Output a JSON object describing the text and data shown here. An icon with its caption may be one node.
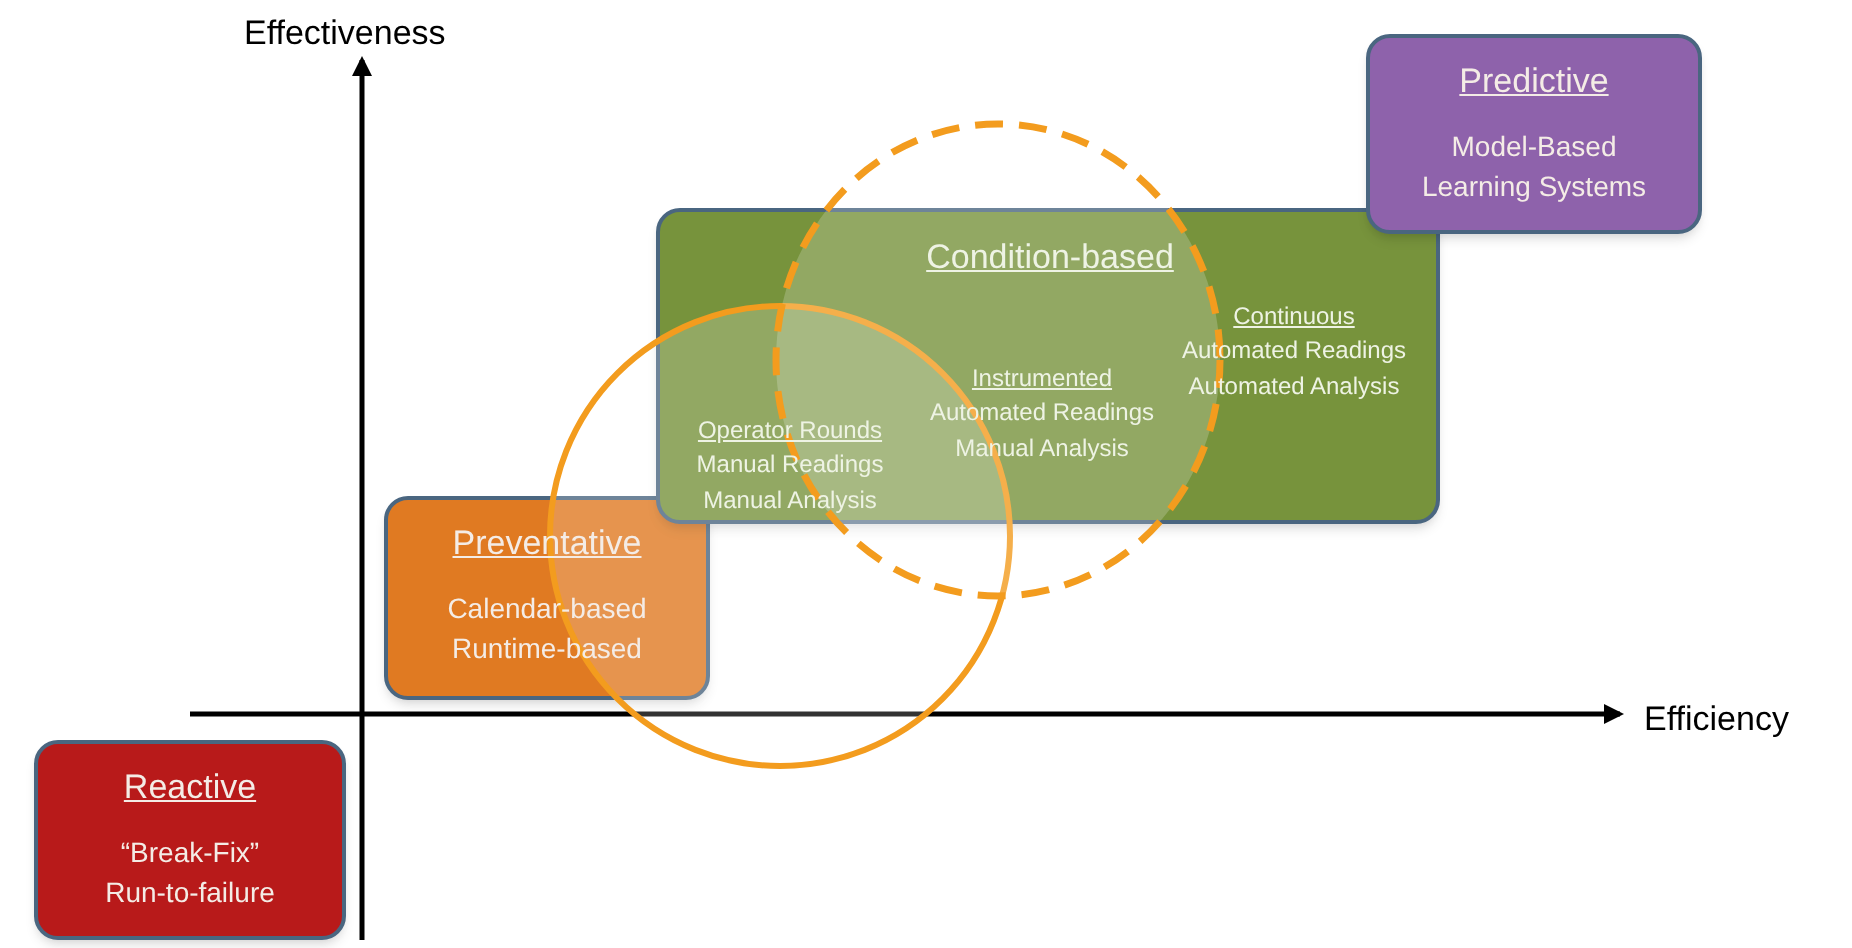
{
  "diagram": {
    "nodes": [
      {
        "text": [
          "Reactive",
          "“Break-Fix” Run-to-failure"
        ]
      },
      {
        "text": [
          "Preventative",
          "Calendar-based Runtime-based"
        ]
      },
      {
        "text": [
          "Condition-based",
          "Operator Rounds",
          "Manual Readings Manual Analysis",
          "Instrumented",
          "Automated Readings Manual Analysis",
          "Continuous",
          "Automated Readings Automated Analysis"
        ]
      },
      {
        "text": [
          "Predictive",
          "Model-Based Learning Systems"
        ]
      }
    ],
    "labels": [
      "Effectiveness",
      "Efficiency"
    ]
  }
}
